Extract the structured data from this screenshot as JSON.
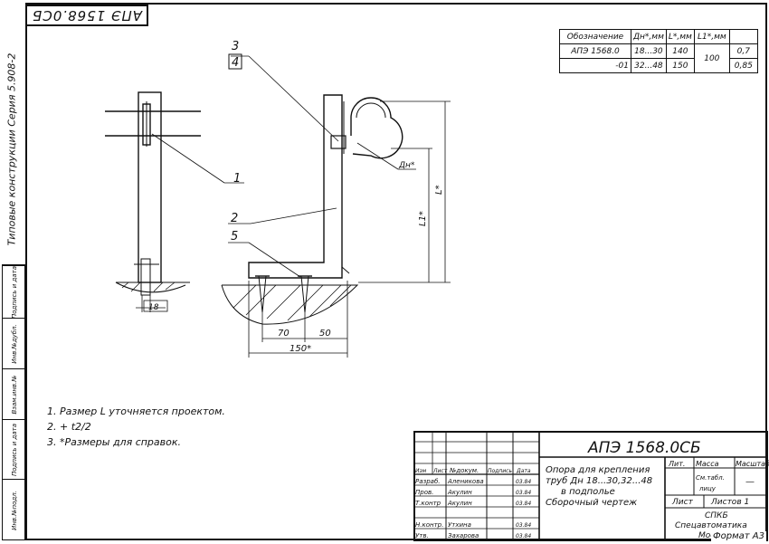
{
  "document": {
    "code_top": "АПЭ 1568.0СБ",
    "series_label": "Типовые конструкции  Серия  5.908-2",
    "format": "Формат А3"
  },
  "spec_table": {
    "headers": [
      "Обозначение",
      "Дн*,мм",
      "L*,мм",
      "L1*,мм",
      ""
    ],
    "rows": [
      [
        "АПЭ 1568.0",
        "18...30",
        "140",
        "100",
        "0,7"
      ],
      [
        "-01",
        "32...48",
        "150",
        "",
        "0,85"
      ]
    ]
  },
  "drawing": {
    "callouts": [
      "3",
      "4",
      "1",
      "2",
      "5"
    ],
    "dims": {
      "d18": "18",
      "d70": "70",
      "d50": "50",
      "d150": "150*",
      "dn": "Дн*",
      "l": "L*",
      "l1": "L1*"
    }
  },
  "notes": [
    "1. Размер L уточняется проектом.",
    "2. + t2/2",
    "3. *Размеры для справок."
  ],
  "title_block": {
    "code": "АПЭ 1568.0СБ",
    "title_lines": [
      "Опора для крепления",
      "труб Дн 18...30,32...48",
      "в подполье",
      "Сборочный чертеж"
    ],
    "hdr": [
      "Изм",
      "Лист",
      "№докум.",
      "Подпись",
      "Дата"
    ],
    "roles": [
      {
        "role": "Разраб.",
        "name": "Аленикова",
        "date": "03.84"
      },
      {
        "role": "Пров.",
        "name": "Акулин",
        "date": "03.84"
      },
      {
        "role": "Т.контр",
        "name": "Акулин",
        "date": "03.84"
      },
      {
        "role": "Н.контр.",
        "name": "Утхина",
        "date": "03.84"
      },
      {
        "role": "Утв.",
        "name": "Захарова",
        "date": "03.84"
      }
    ],
    "lit": "Лит.",
    "mass": "Масса",
    "scale": "Масштаб",
    "mass_value": "См.табл.",
    "mass_value2": "лицу",
    "scale_value": "—",
    "sheet": "Лист",
    "sheets": "Листов 1",
    "org1": "СПКБ",
    "org2": "Спецавтоматика",
    "org3": "Москва"
  },
  "stamp_strip": [
    "Инв.№подл.",
    "Подпись и дата",
    "Взам.инв.№",
    "Инв.№дубл.",
    "Подпись и дата"
  ]
}
